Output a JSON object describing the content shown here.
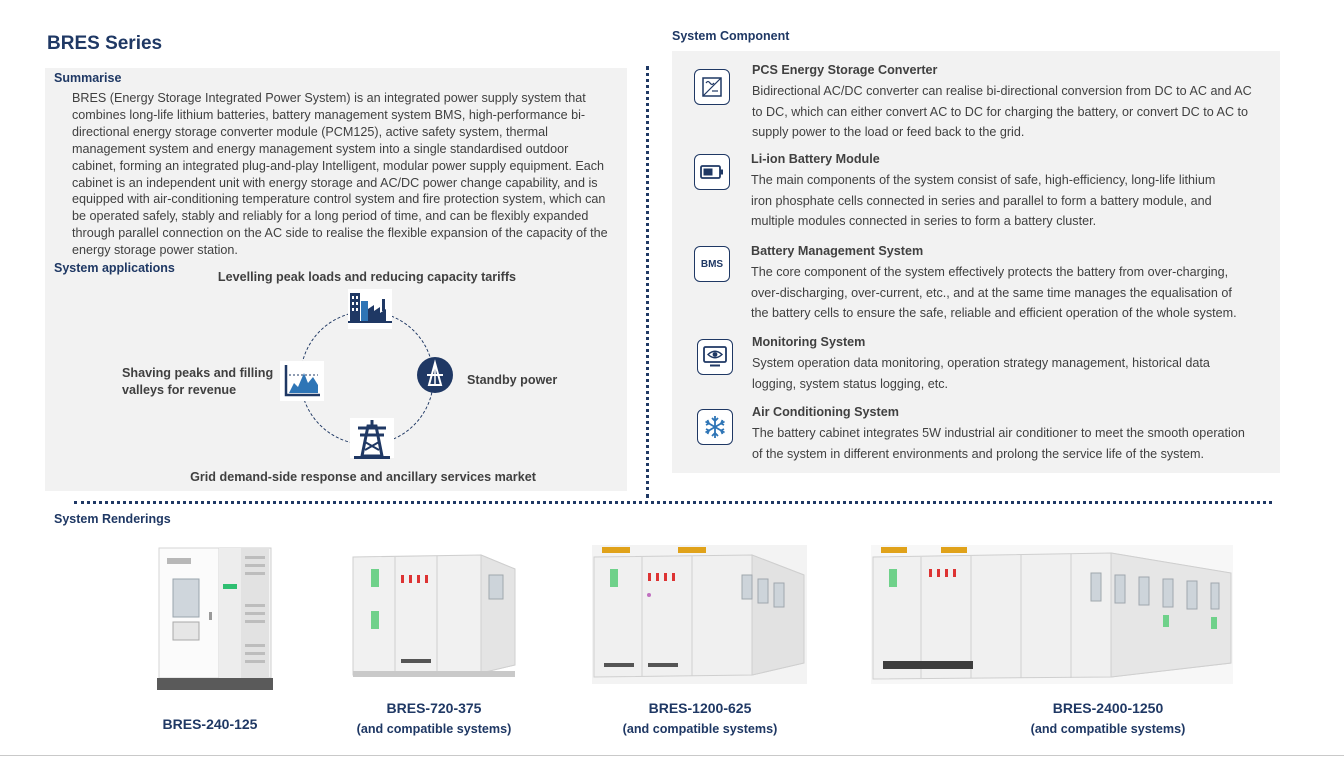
{
  "title": "BRES Series",
  "summarise": {
    "heading": "Summarise",
    "text": "BRES (Energy Storage Integrated Power System) is an integrated power supply system that combines long-life lithium batteries, battery management system BMS, high-performance bi-directional energy storage converter module (PCM125), active safety system, thermal management system and energy management system into a single standardised outdoor cabinet, forming an integrated plug-and-play Intelligent, modular power supply equipment. Each cabinet is an independent unit with energy storage and AC/DC power change capability, and is equipped with air-conditioning temperature control system and fire protection system, which can be operated safely, stably and reliably for a long period of time, and can be flexibly expanded through parallel connection on the AC side to realise the flexible expansion of the capacity of the energy storage power station."
  },
  "applications": {
    "heading": "System applications",
    "top": "Levelling peak loads and reducing capacity tariffs",
    "left_line1": "Shaving peaks and filling",
    "left_line2": "valleys for revenue",
    "right": "Standby power",
    "bottom": "Grid demand-side response and ancillary services market",
    "icons": [
      "factory-icon",
      "peak-valley-chart-icon",
      "standby-power-icon",
      "transmission-tower-icon"
    ]
  },
  "components": {
    "heading": "System Component",
    "items": [
      {
        "title": "PCS Energy Storage Converter",
        "icon": "converter-icon",
        "lines": [
          "Bidirectional AC/DC converter can realise bi-directional conversion from DC to AC and AC",
          "to DC, which can either convert AC to DC for charging the battery, or convert DC to AC to",
          "supply power to the load or feed back to the grid."
        ]
      },
      {
        "title": "Li-ion Battery Module",
        "icon": "battery-icon",
        "lines": [
          "The main components of the system consist of safe, high-efficiency, long-life lithium",
          "iron phosphate cells connected in series and parallel to form a battery module, and",
          "multiple modules connected in series to form a battery cluster."
        ]
      },
      {
        "title": "Battery Management System",
        "icon": "bms-icon",
        "icon_text": "BMS",
        "lines": [
          "The core component of the system effectively protects the battery from over-charging,",
          "over-discharging, over-current, etc., and at the same time manages the equalisation of",
          "the battery cells to ensure the safe, reliable and efficient operation of the whole system."
        ]
      },
      {
        "title": "Monitoring System",
        "icon": "monitor-eye-icon",
        "lines": [
          "System operation data monitoring, operation strategy management, historical data",
          "logging, system status logging, etc."
        ]
      },
      {
        "title": "Air Conditioning System",
        "icon": "snowflake-icon",
        "lines": [
          "The battery cabinet integrates 5W industrial air conditioner to meet the smooth operation",
          "of the system in different environments and prolong the service life of the system."
        ]
      }
    ]
  },
  "renderings": {
    "heading": "System Renderings",
    "products": [
      {
        "name": "BRES-240-125",
        "sub": ""
      },
      {
        "name": "BRES-720-375",
        "sub": "(and compatible systems)"
      },
      {
        "name": "BRES-1200-625",
        "sub": "(and compatible systems)"
      },
      {
        "name": "BRES-2400-1250",
        "sub": "(and compatible systems)"
      }
    ]
  },
  "colors": {
    "navy": "#1f3864",
    "panel": "#f2f2f2",
    "text": "#404040"
  }
}
